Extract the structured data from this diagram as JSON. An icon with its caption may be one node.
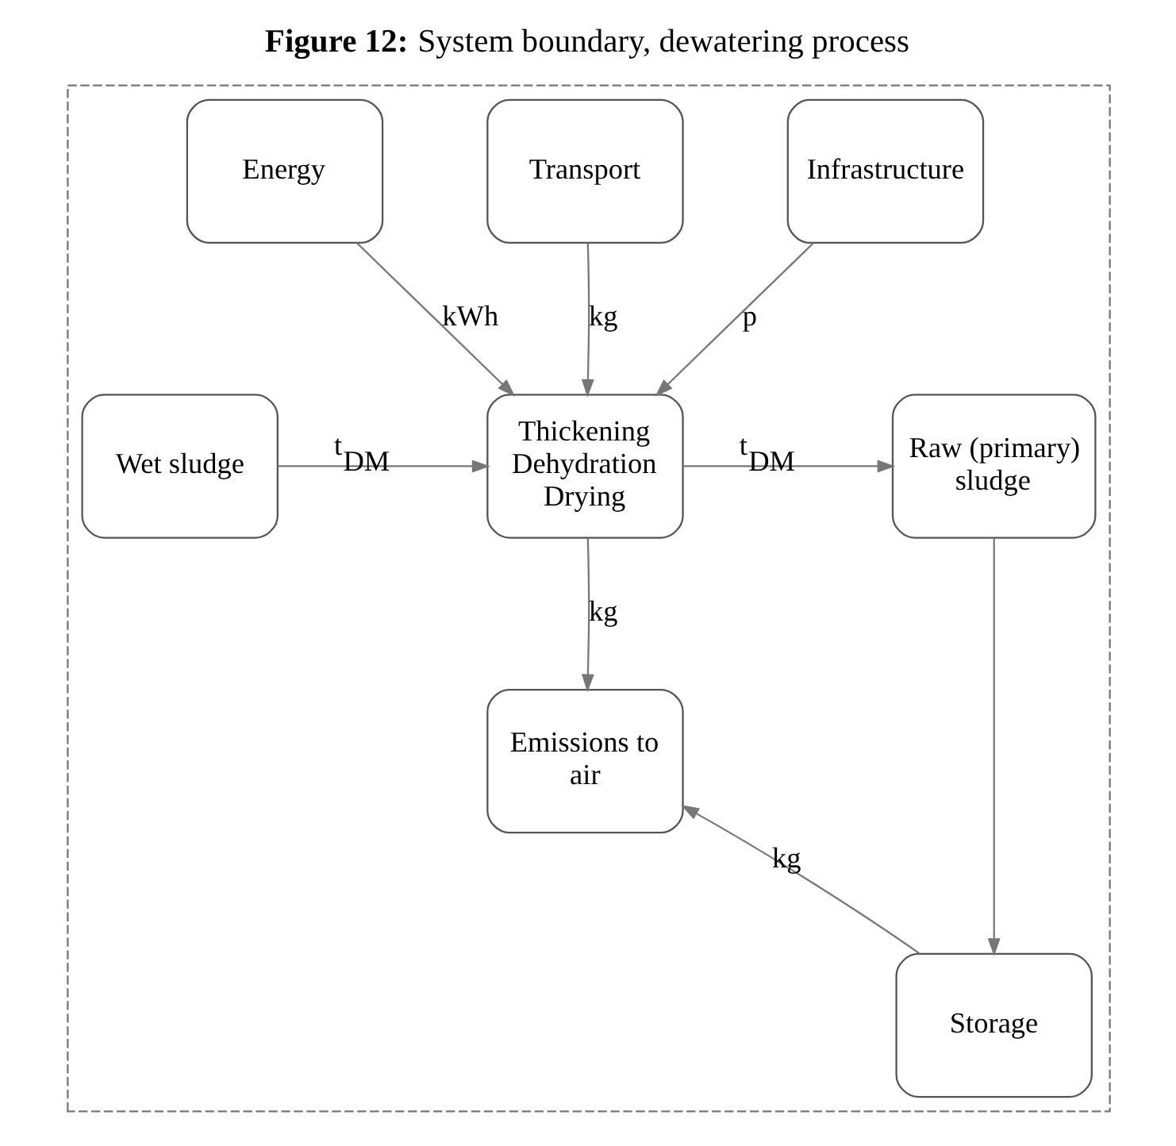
{
  "diagram": {
    "title": "**Figure 12:** System boundary, dewatering process",
    "nodes": [
      {
        "text": [],
        "shape": "box"
      },
      {
        "text": [
          "Infrastructure"
        ],
        "in": 0
      },
      {
        "text": [
          "Transport"
        ],
        "in": 0
      },
      {
        "text": [
          "Energy"
        ],
        "in": 0
      },
      {
        "text": [
          "Wet sludge"
        ],
        "in": 0
      },
      {
        "text": [
          "Thickening Dehydration Drying"
        ],
        "in": 0
      },
      {
        "text": [
          "Raw (primary) sludge"
        ],
        "in": 0
      },
      {
        "text": [
          "Emissions to air"
        ],
        "in": 0
      },
      {
        "text": [
          "Storage"
        ],
        "in": 0
      }
    ],
    "edges": [
      {
        "from": 1,
        "to": 5,
        "arrow": "to",
        "label": "p"
      },
      {
        "from": 2,
        "to": 5,
        "arrow": "to",
        "label": "kg"
      },
      {
        "from": 3,
        "to": 5,
        "arrow": "to",
        "label": "kWh"
      },
      {
        "from": 4,
        "to": 5,
        "arrow": "to",
        "label": "t$_{DM}$"
      },
      {
        "from": 5,
        "to": 6,
        "arrow": "to",
        "label": "t$_{DM}$"
      },
      {
        "from": 5,
        "to": 7,
        "arrow": "to",
        "label": "kg"
      },
      {
        "from": 6,
        "to": 8,
        "arrow": "to"
      },
      {
        "from": 8,
        "to": 7,
        "arrow": "to",
        "label": "kg"
      }
    ]
  }
}
